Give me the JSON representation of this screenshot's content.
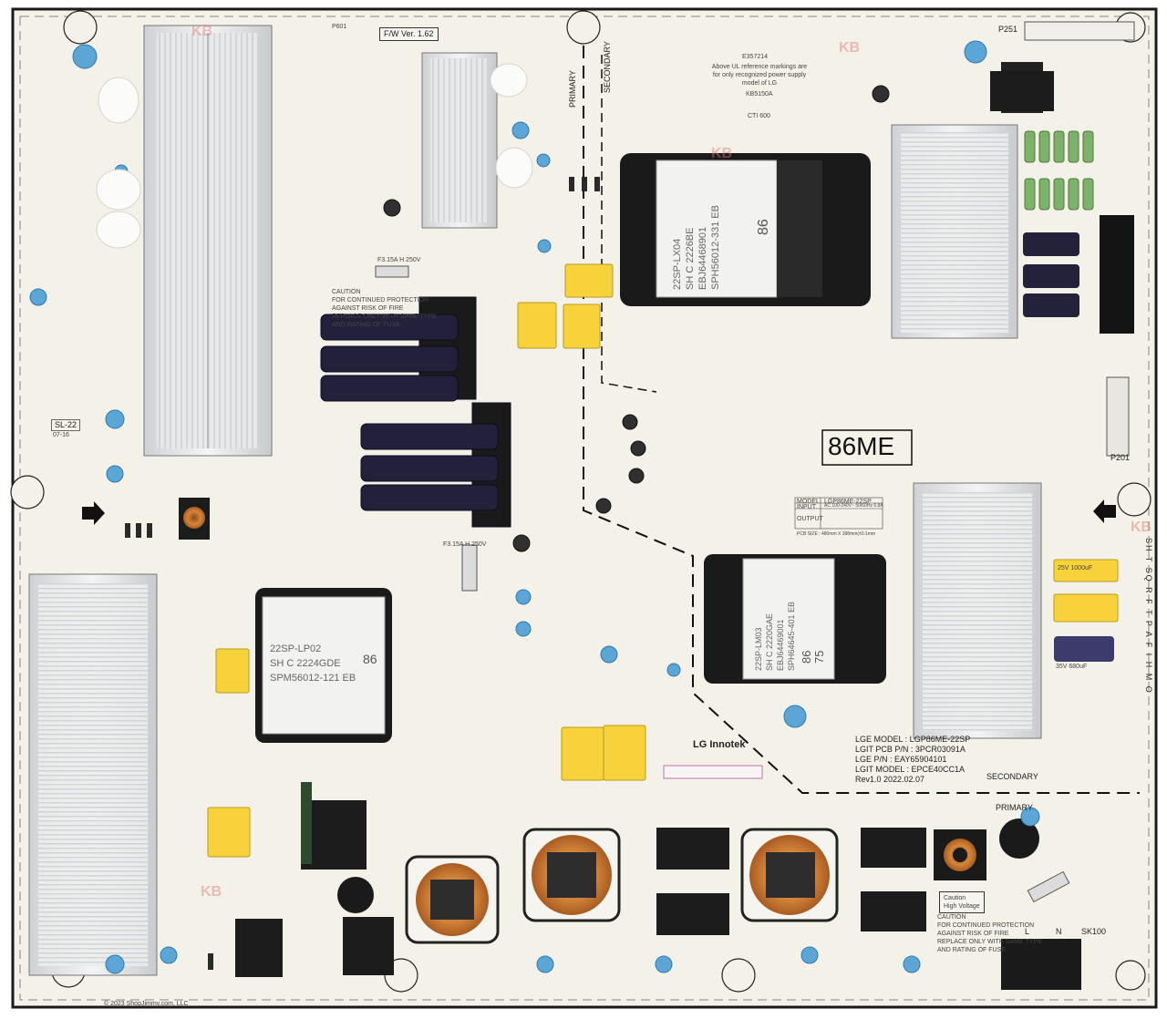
{
  "board": {
    "fw_version": "F/W Ver. 1.62",
    "model_mark": "86ME",
    "brand": "LG Innotek",
    "ul_note": "Above UL reference markings are for only recognized power supply model of LG",
    "ul_file": "E357214",
    "ul_codes": "KB5150A",
    "cti": "CTI 600",
    "region_primary_top": "PRIMARY",
    "region_secondary_top": "SECONDARY",
    "region_secondary_bottom": "SECONDARY",
    "region_primary_bottom": "PRIMARY",
    "sl_marking": "SL-22",
    "sl_sub": "07-16",
    "caution": "Caution\nHigh Voltage",
    "connector_sk100": "SK100",
    "connector_p201": "P201",
    "connector_p251": "P251",
    "connector_p601": "P601",
    "pin_l": "L",
    "pin_n": "N",
    "copyright": "© 2023 ShopJimmy.com, LLC",
    "fuse_caution": "CAUTION\nFOR CONTINUED PROTECTION\nAGAINST RISK OF FIRE\nREPLACE ONLY WITH SAME TYPE\nAND RATING OF FUSE.",
    "side_code": "SH T SQ R F T P A F I H M O",
    "cap_25v": "25V 1000uF",
    "cap_35v": "35V 680uF",
    "fuse_1": "F3.15A H 250V",
    "fuse_2": "F3.15A H 250V"
  },
  "transformers": [
    {
      "line1": "22SP-LX04",
      "line2": "SH C  2226BE",
      "line3": "EBJ64468901",
      "line4": "SPH56012-331 EB",
      "num": "86"
    },
    {
      "line1": "22SP-LP02",
      "line2": "SH C  2224GDE",
      "line3": "SPM56012-121 EB",
      "line4": "",
      "num": "86"
    },
    {
      "line1": "22SP-LM03",
      "line2": "SH C  2220GAE",
      "line3": "EBJ64469001",
      "line4": "SPH64645-401 EB",
      "num": "86\n75"
    }
  ],
  "labels": {
    "lge_model": "LGE MODEL : LGP86ME-22SP",
    "lgit_pcb": "LGIT PCB P/N : 3PCR03091A",
    "lge_pn": "LGE P/N : EAY65904101",
    "lgit_model": "LGIT MODEL : EPCE40CC1A",
    "rev": "Rev1.0  2022.02.07"
  },
  "spec_table": {
    "model_label": "MODEL",
    "model_value": "LGP86ME-22SP",
    "input_label": "INPUT",
    "input_value": "AC 100-240V~ 50/60Hz 6.8A",
    "output_label": "OUTPUT",
    "pcb_size": "PCB SIZE : 480mm X 398mm(±0.1mm"
  },
  "watermark": "KB",
  "colors": {
    "pcb": "#f4f1e8",
    "silk": "#1a1a1a",
    "heatsink": "#e3e4e6",
    "cap_yellow": "#f7d23a",
    "cap_blue": "#5ba6d6",
    "cap_electrolytic": "#22203a",
    "copper": "#c77a33",
    "resistor_green": "#7cb26a",
    "marking_orange": "#e0662c"
  }
}
